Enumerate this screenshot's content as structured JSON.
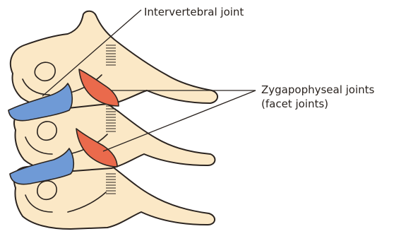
{
  "labels": {
    "intervertebral": "Intervertebral joint",
    "zygapophyseal_line1": "Zygapophyseal joints",
    "zygapophyseal_line2": "(facet joints)"
  },
  "colors": {
    "bone": "#fbe8c6",
    "disc": "#6f9ad6",
    "facet": "#ea6a4c",
    "outline": "#2b2420"
  },
  "structure": {
    "vertebrae_count": 3,
    "intervertebral_discs": 2,
    "facet_joints": 2
  }
}
